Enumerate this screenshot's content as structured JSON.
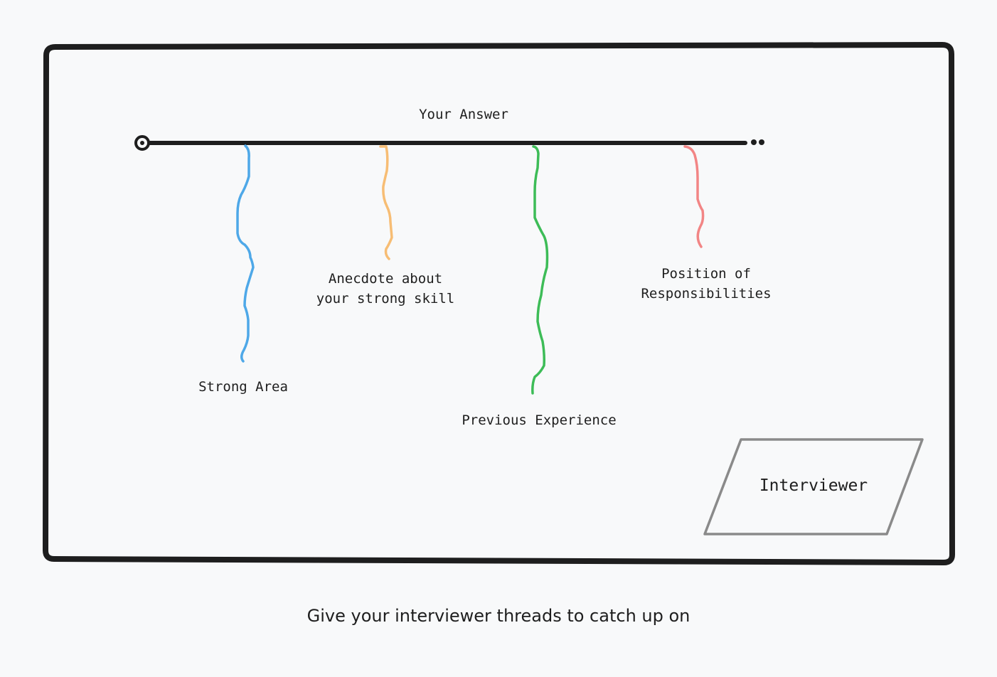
{
  "diagram": {
    "timeline_label": "Your Answer",
    "threads": [
      {
        "label": "Strong Area",
        "color": "#4ea8e8"
      },
      {
        "label": "Anecdote about\nyour strong skill",
        "color": "#f7bd74"
      },
      {
        "label": "Previous Experience",
        "color": "#3dbc57"
      },
      {
        "label": "Position of\nResponsibilities",
        "color": "#f28585"
      }
    ],
    "interviewer_label": "Interviewer",
    "stroke_color": "#1e1e1e",
    "box_stroke_color": "#8a8a8a"
  },
  "caption": "Give your interviewer threads to catch up on"
}
